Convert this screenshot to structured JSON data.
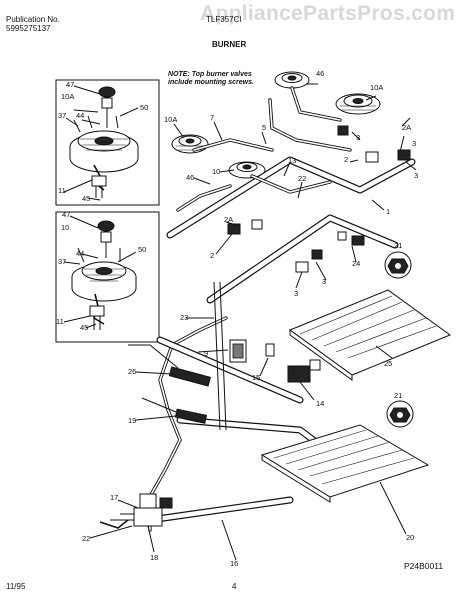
{
  "header": {
    "publication_label": "Publication No.",
    "publication_number": "5995275137",
    "model": "TLF357CI",
    "section": "BURNER",
    "watermark": "AppliancePartsPros.com"
  },
  "note": "NOTE: Top burner valves include mounting screws.",
  "callouts": [
    "47",
    "10A",
    "50",
    "37",
    "44",
    "11",
    "45",
    "47",
    "10",
    "37",
    "44",
    "50",
    "11",
    "45",
    "10A",
    "7",
    "46",
    "10",
    "5",
    "13",
    "22",
    "46",
    "10A",
    "3",
    "2A",
    "2",
    "3",
    "3",
    "1",
    "2A",
    "2",
    "24",
    "21",
    "3",
    "3",
    "25",
    "23",
    "9",
    "26",
    "15",
    "14",
    "19",
    "22",
    "21",
    "20",
    "17",
    "18",
    "16"
  ],
  "footer": {
    "date": "11/95",
    "page": "4",
    "figure_code": "P24B0011"
  }
}
